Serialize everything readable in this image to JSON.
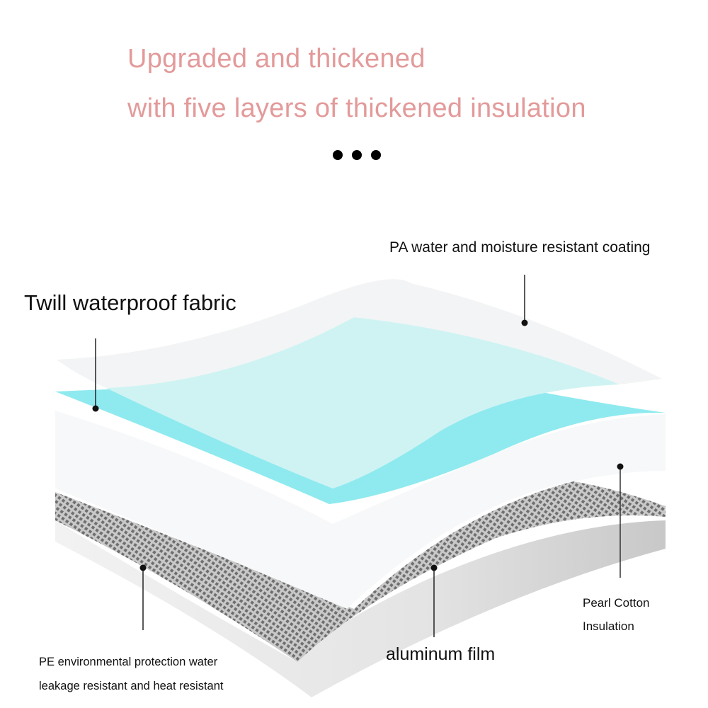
{
  "headline": {
    "line1": "Upgraded and thickened",
    "line2": "with five layers of thickened insulation",
    "color": "#e39a9a"
  },
  "decoration": {
    "ellipsis_dots": 3
  },
  "layers": [
    {
      "id": "pa-coating",
      "label": "PA water and moisture resistant coating",
      "color": "#f4f5f6"
    },
    {
      "id": "twill",
      "label": "Twill waterproof fabric",
      "color": "#8eeaee"
    },
    {
      "id": "pearl-cotton",
      "label_lines": [
        "Pearl Cotton",
        "Insulation"
      ],
      "color": "#ffffff"
    },
    {
      "id": "aluminum",
      "label": "aluminum film",
      "color": "#9a9a9a"
    },
    {
      "id": "pe",
      "label_lines": [
        "PE environmental protection water",
        "leakage resistant and heat resistant"
      ],
      "color": "#d6d6d6"
    }
  ],
  "labels": {
    "twill": "Twill waterproof fabric",
    "pa": "PA water and moisture resistant coating",
    "pearl_line1": "Pearl Cotton",
    "pearl_line2": "Insulation",
    "aluminum": "aluminum film",
    "pe_line1": "PE environmental protection water",
    "pe_line2": "leakage resistant and heat resistant"
  }
}
